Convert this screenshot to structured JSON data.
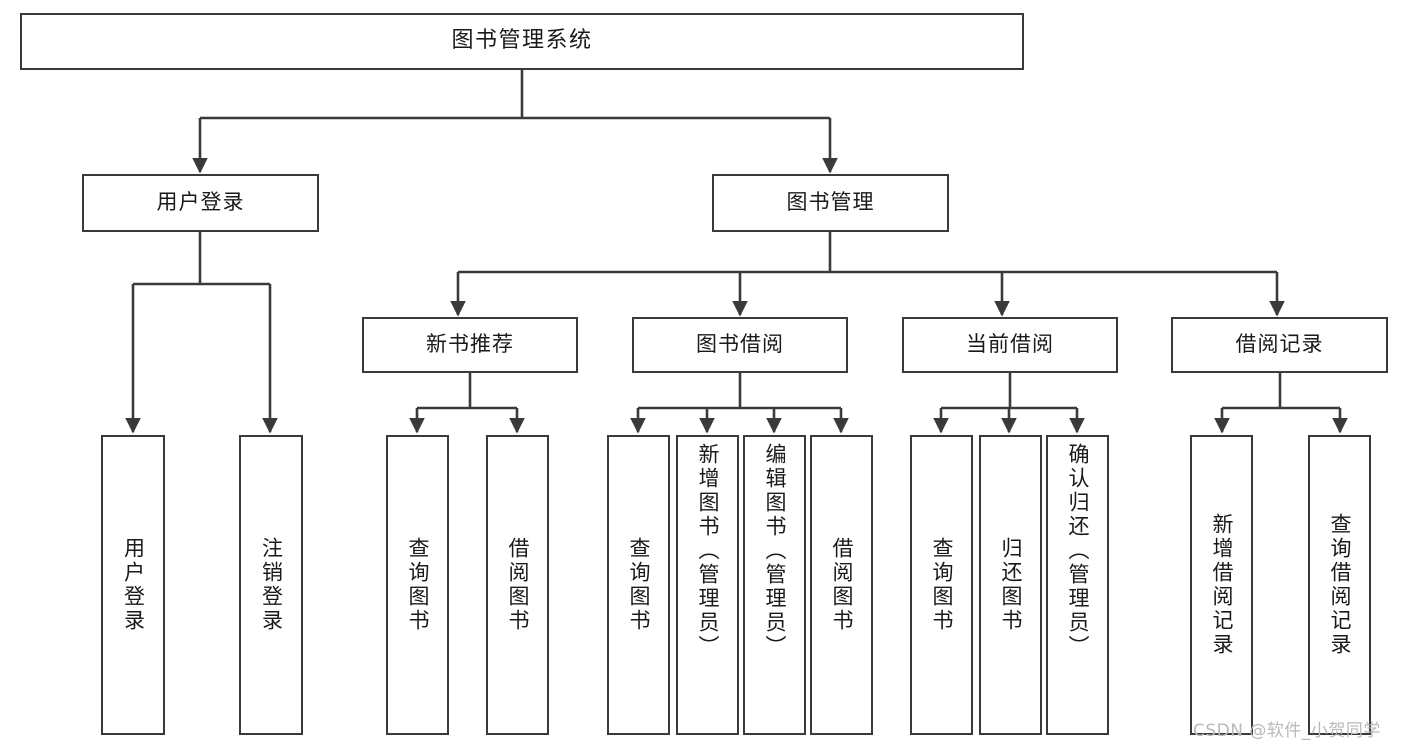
{
  "diagram": {
    "title": "图书管理系统",
    "type": "tree-hierarchy-diagram",
    "colors": {
      "box_border": "#3a3a3a",
      "box_fill": "#ffffff",
      "edge": "#3a3a3a",
      "text": "#1a1a1a",
      "watermark": "#b9b9b9",
      "background": "#ffffff"
    },
    "root": {
      "label": "图书管理系统"
    },
    "level2": [
      {
        "label": "用户登录"
      },
      {
        "label": "图书管理"
      }
    ],
    "level3": [
      {
        "label": "新书推荐"
      },
      {
        "label": "图书借阅"
      },
      {
        "label": "当前借阅"
      },
      {
        "label": "借阅记录"
      }
    ],
    "leaves": {
      "user_login": [
        {
          "label": "用户登录"
        },
        {
          "label": "注销登录"
        }
      ],
      "new_book_recommend": [
        {
          "label": "查询图书"
        },
        {
          "label": "借阅图书"
        }
      ],
      "book_borrow": [
        {
          "label": "查询图书"
        },
        {
          "label": "新增图书（管理员）"
        },
        {
          "label": "编辑图书（管理员）"
        },
        {
          "label": "借阅图书"
        }
      ],
      "current_borrow": [
        {
          "label": "查询图书"
        },
        {
          "label": "归还图书"
        },
        {
          "label": "确认归还（管理员）"
        }
      ],
      "borrow_records": [
        {
          "label": "新增借阅记录"
        },
        {
          "label": "查询借阅记录"
        }
      ]
    }
  },
  "watermark": {
    "text": "CSDN @软件_小贺同学"
  }
}
